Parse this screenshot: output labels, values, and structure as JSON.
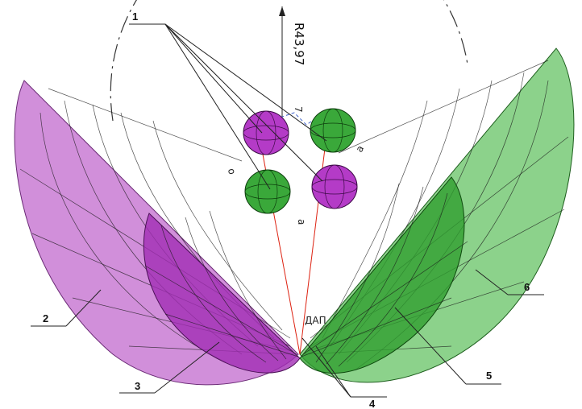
{
  "diagram": {
    "dimension_label": "R43,97",
    "center_label": "ДАП",
    "small_labels": [
      "7",
      "a",
      "a",
      "o"
    ],
    "callouts": [
      "1",
      "2",
      "3",
      "4",
      "5",
      "6"
    ]
  },
  "colors": {
    "magenta_outer": "#c46fcf",
    "magenta_inner": "#a12db4",
    "green_outer": "#6cc56a",
    "green_inner": "#2e9e2e",
    "boss_magenta": "#b43bc7",
    "boss_green": "#3aa83a"
  }
}
